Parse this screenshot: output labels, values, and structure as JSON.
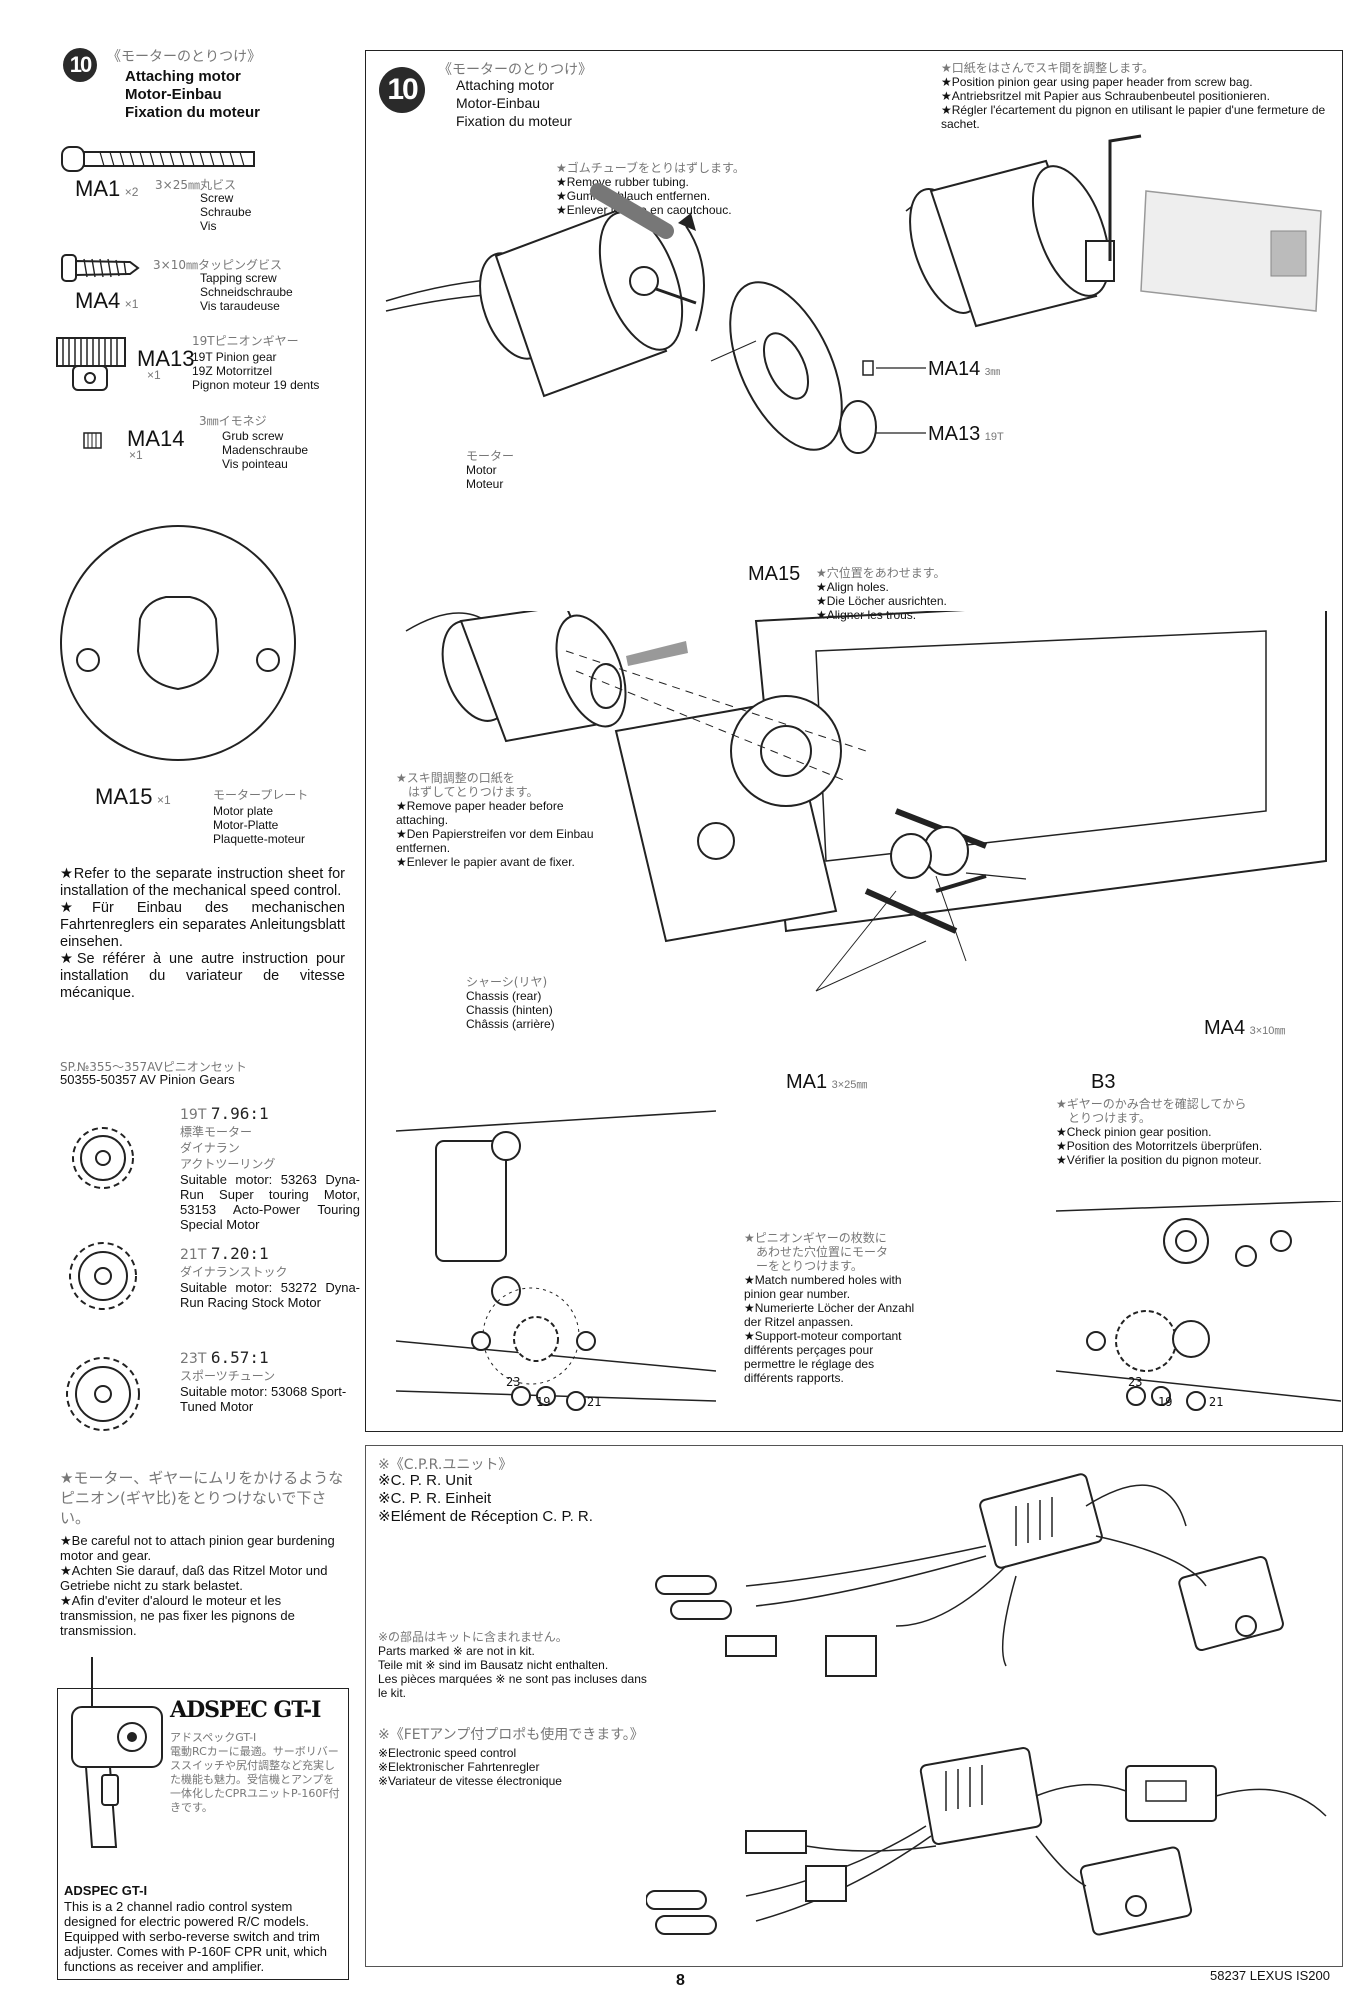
{
  "left": {
    "step_number": "10",
    "step_title_jp": "《モーターのとりつけ》",
    "step_title_en": "Attaching motor",
    "step_title_de": "Motor-Einbau",
    "step_title_fr": "Fixation du moteur",
    "parts": [
      {
        "code": "MA1",
        "qty": "×2",
        "jp": "3×25㎜丸ビス",
        "names": [
          "Screw",
          "Schraube",
          "Vis"
        ]
      },
      {
        "code": "MA4",
        "qty": "×1",
        "jp": "3×10㎜タッピングビス",
        "names": [
          "Tapping screw",
          "Schneidschraube",
          "Vis taraudeuse"
        ]
      },
      {
        "code": "MA13",
        "qty": "×1",
        "jp": "19Tピニオンギヤー",
        "names": [
          "19T Pinion gear",
          "19Z Motorritzel",
          "Pignon moteur 19 dents"
        ]
      },
      {
        "code": "MA14",
        "qty": "×1",
        "jp": "3㎜イモネジ",
        "names": [
          "Grub screw",
          "Madenschraube",
          "Vis pointeau"
        ]
      },
      {
        "code": "MA15",
        "qty": "×1",
        "jp": "モータープレート",
        "names": [
          "Motor plate",
          "Motor-Platte",
          "Plaquette-moteur"
        ]
      }
    ],
    "refer_notes": [
      "★Refer to the separate instruction sheet for installation of the mechanical speed control.",
      "★Für Einbau des mechanischen Fahrtenreglers ein separates Anleitungsblatt einsehen.",
      "★Se référer à une autre instruction pour installation du variateur de vitesse mécanique."
    ],
    "pinion_title_jp": "SP.№355〜357AVピニオンセット",
    "pinion_title_en": "50355-50357 AV Pinion Gears",
    "pinions": [
      {
        "teeth": "19T",
        "ratio": "7.96:1",
        "jp": "標準モーター\nダイナラン\nアクトツーリング",
        "desc": "Suitable motor: 53263 Dyna-Run Super touring Motor, 53153 Acto-Power Touring Special Motor"
      },
      {
        "teeth": "21T",
        "ratio": "7.20:1",
        "jp": "ダイナランストック",
        "desc": "Suitable motor: 53272 Dyna-Run Racing Stock Motor"
      },
      {
        "teeth": "23T",
        "ratio": "6.57:1",
        "jp": "スポーツチューン",
        "desc": "Suitable motor: 53068 Sport-Tuned Motor"
      }
    ],
    "caution_jp": "★モーター、ギヤーにムリをかけるようなピニオン(ギヤ比)をとりつけないで下さい。",
    "caution": [
      "★Be careful not to attach pinion gear burdening motor and gear.",
      "★Achten Sie darauf, daß das Ritzel Motor und Getriebe nicht zu stark belastet.",
      "★Afin d'eviter d'alourd le moteur et les transmission, ne pas fixer les pignons de transmission."
    ],
    "adspec": {
      "logo": "ADSPEC GT-I",
      "jp": "アドスペックGT-I\n電動RCカーに最適。サーボリバーススイッチや尻付調整など充実した機能も魅力。受信機とアンプを一体化したCPRユニットP-160F付きです。",
      "title": "ADSPEC GT-I",
      "desc": "This is a 2 channel radio control system designed for electric powered R/C models. Equipped with serbo-reverse switch and trim adjuster. Comes with P-160F CPR unit, which functions as receiver and amplifier."
    }
  },
  "main": {
    "step_number": "10",
    "step_title_jp": "《モーターのとりつけ》",
    "step_title_en": "Attaching motor",
    "step_title_de": "Motor-Einbau",
    "step_title_fr": "Fixation du moteur",
    "paper_note": [
      "★口紙をはさんでスキ間を調整します。",
      "★Position pinion gear using paper header from screw bag.",
      "★Antriebsritzel mit Papier aus Schraubenbeutel positionieren.",
      "★Régler l'écartement du pignon en utilisant le papier d'une fermeture de sachet."
    ],
    "rubber_note": [
      "★ゴムチューブをとりはずします。",
      "★Remove rubber tubing.",
      "★Gummischlauch entfernen.",
      "★Enlever le tube en caoutchouc."
    ],
    "motor_label": [
      "モーター",
      "Motor",
      "Moteur"
    ],
    "ma14_label": "MA14",
    "ma14_size": "3㎜",
    "ma13_label": "MA13",
    "ma13_size": "19T",
    "ma15_label": "MA15",
    "align_note": [
      "★穴位置をあわせます。",
      "★Align holes.",
      "★Die Löcher ausrichten.",
      "★Aligner les trous."
    ],
    "paper_remove_note": [
      "★スキ間調整の口紙を",
      "はずしてとりつけます。",
      "★Remove paper header before attaching.",
      "★Den Papierstreifen vor dem Einbau entfernen.",
      "★Enlever le papier avant de fixer."
    ],
    "chassis_label": [
      "シャーシ(リヤ)",
      "Chassis (rear)",
      "Chassis (hinten)",
      "Châssis (arrière)"
    ],
    "ma4_label": "MA4",
    "ma4_size": "3×10㎜",
    "ma1_label": "MA1",
    "ma1_size": "3×25㎜",
    "b3_label": "B3",
    "check_note": [
      "★ギヤーのかみ合せを確認してから",
      "とりつけます。",
      "★Check pinion gear position.",
      "★Position des Motorritzels überprüfen.",
      "★Vérifier la position du pignon moteur."
    ],
    "match_note": [
      "★ピニオンギヤーの枚数に",
      "あわせた穴位置にモータ",
      "ーをとりつけます。",
      "★Match numbered holes with pinion gear number.",
      "★Numerierte Löcher der Anzahl der Ritzel anpassen.",
      "★Support-moteur comportant différents perçages pour permettre le réglage des différents rapports."
    ],
    "hole_numbers": [
      "23",
      "19",
      "21"
    ]
  },
  "cpr": {
    "title_jp": "※《C.P.R.ユニット》",
    "title": [
      "※C. P. R. Unit",
      "※C. P. R. Einheit",
      "※Elément de Réception C. P. R."
    ],
    "not_in_kit_jp": "※の部品はキットに含まれません。",
    "not_in_kit": [
      "Parts marked ※ are not in kit.",
      "Teile mit ※ sind im Bausatz nicht enthalten.",
      "Les pièces marquées ※ ne sont pas incluses dans le kit."
    ],
    "fet_jp": "※《FETアンプ付プロポも使用できます。》",
    "fet": [
      "※Electronic speed control",
      "※Elektronischer Fahrtenregler",
      "※Variateur de vitesse électronique"
    ]
  },
  "footer": {
    "page_number": "8",
    "model": "58237 LEXUS IS200"
  }
}
